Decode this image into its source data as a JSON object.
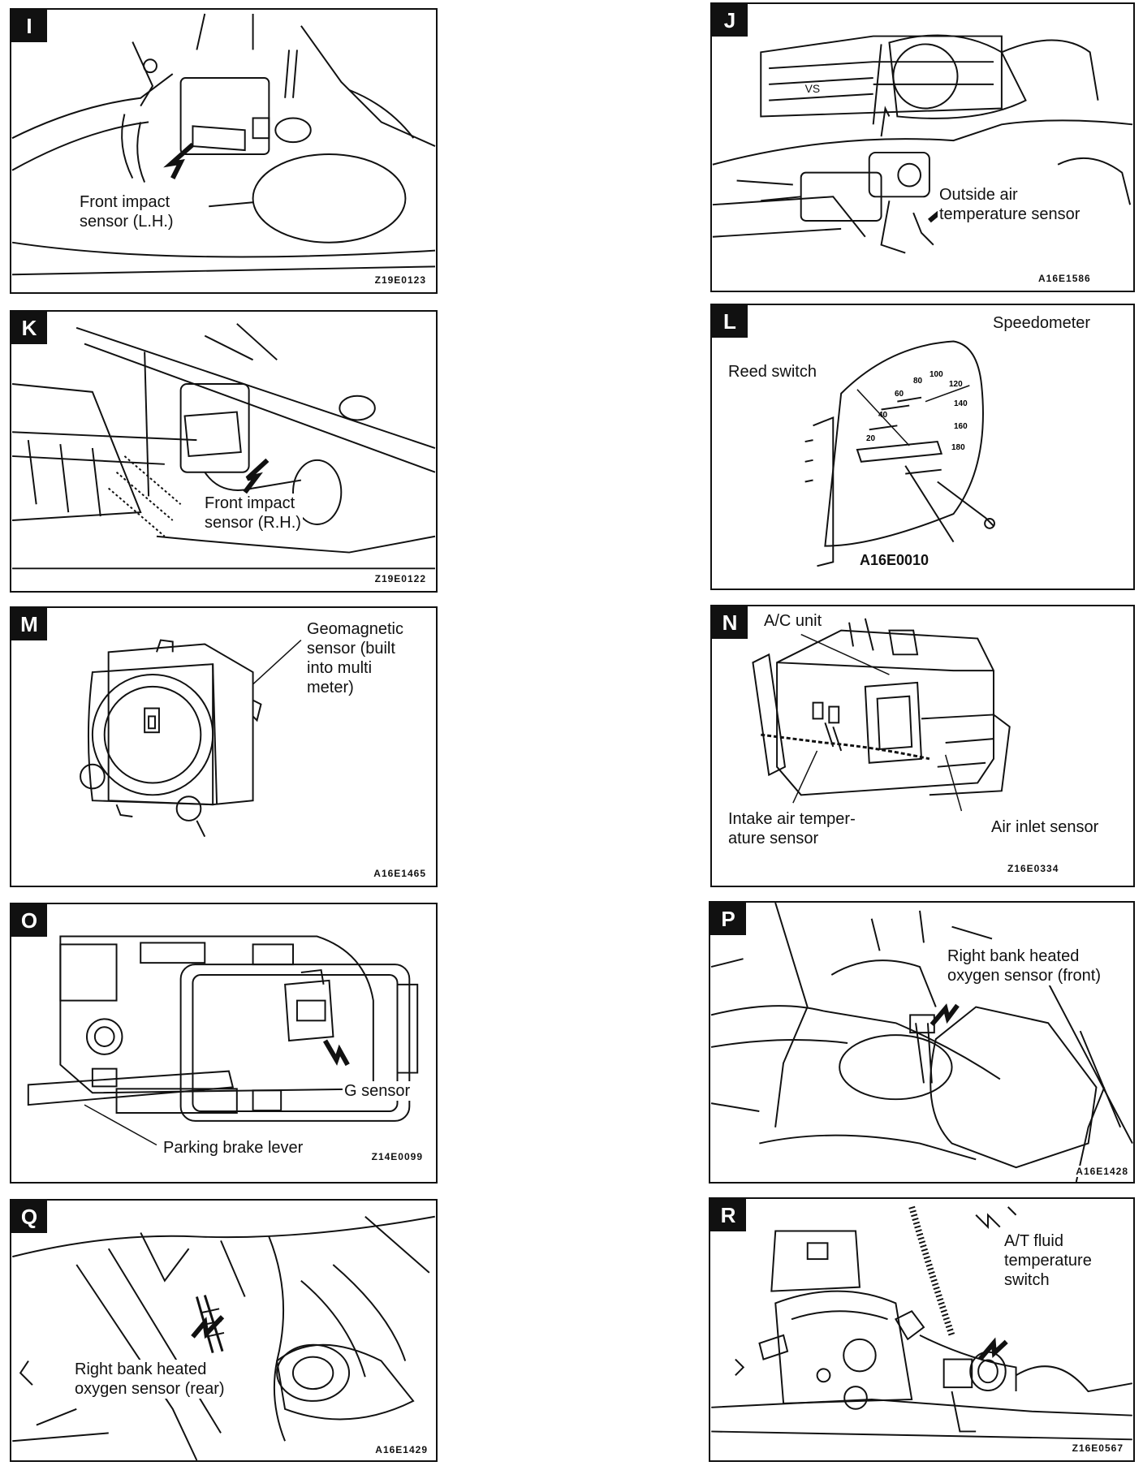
{
  "panels": {
    "I": {
      "letter": "I",
      "label": [
        "Front impact",
        "sensor (L.H.)"
      ],
      "code": "Z19E0123"
    },
    "J": {
      "letter": "J",
      "label": [
        "Outside air",
        "temperature sensor"
      ],
      "code": "A16E1586",
      "emblem": "VS"
    },
    "K": {
      "letter": "K",
      "label": [
        "Front impact",
        "sensor (R.H.)"
      ],
      "code": "Z19E0122"
    },
    "L": {
      "letter": "L",
      "label_speedometer": "Speedometer",
      "label_reed": "Reed switch",
      "code": "A16E0010",
      "dial": [
        "20",
        "40",
        "60",
        "80",
        "100",
        "120",
        "140",
        "160",
        "180"
      ]
    },
    "M": {
      "letter": "M",
      "label": [
        "Geomagnetic",
        "sensor (built",
        "into multi",
        "meter)"
      ],
      "code": "A16E1465"
    },
    "N": {
      "letter": "N",
      "label_unit": "A/C unit",
      "label_intake": [
        "Intake air temper-",
        "ature sensor"
      ],
      "label_inlet": "Air inlet sensor",
      "code": "Z16E0334"
    },
    "O": {
      "letter": "O",
      "label_g": "G sensor",
      "label_lever": "Parking brake lever",
      "code": "Z14E0099"
    },
    "P": {
      "letter": "P",
      "label": [
        "Right bank heated",
        "oxygen sensor (front)"
      ],
      "code": "A16E1428"
    },
    "Q": {
      "letter": "Q",
      "label": [
        "Right  bank  heated",
        "oxygen sensor (rear)"
      ],
      "code": "A16E1429"
    },
    "R": {
      "letter": "R",
      "label": [
        "A/T fluid",
        "temperature",
        "switch"
      ],
      "code": "Z16E0567"
    }
  }
}
